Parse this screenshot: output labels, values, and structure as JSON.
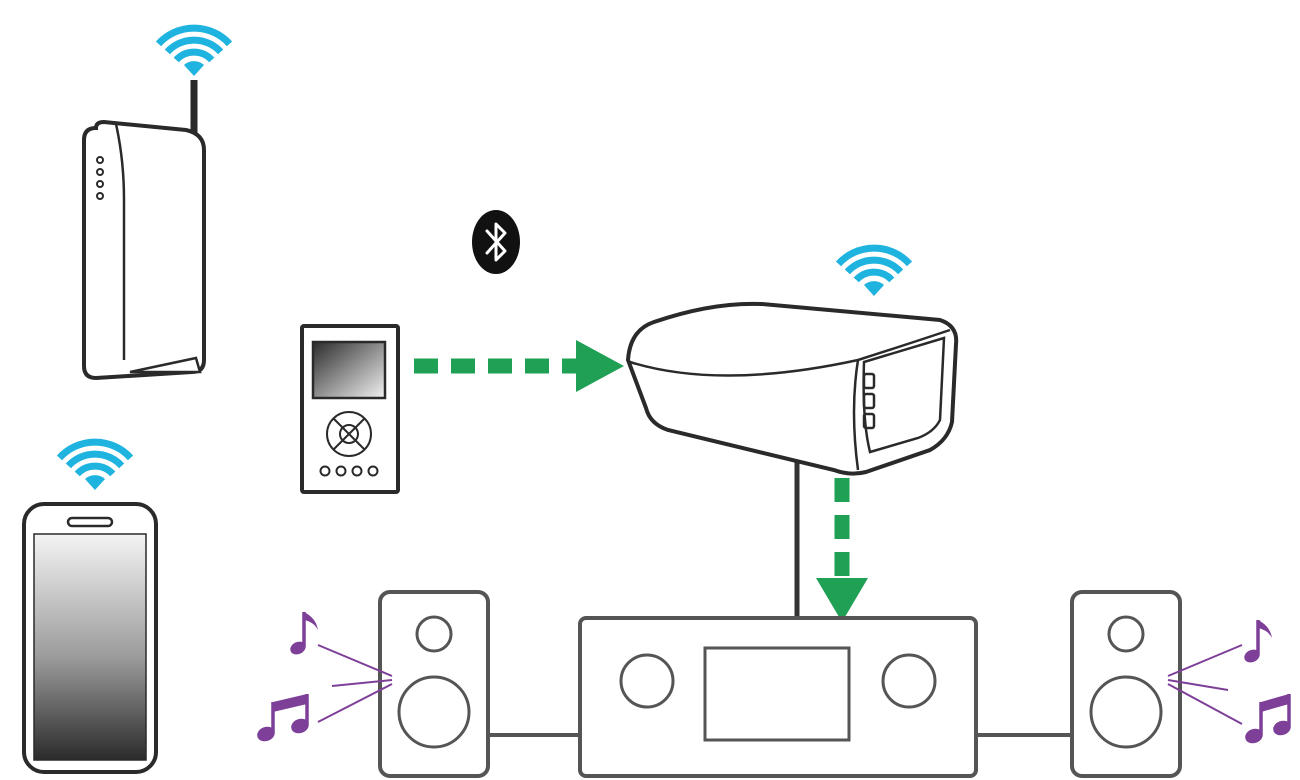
{
  "colors": {
    "wifi": "#1fb3df",
    "arrow": "#1fa055",
    "note": "#7d3f98",
    "outline": "#2a2a2a",
    "device_outline": "#555555",
    "screen_dark": "#2b2b2b",
    "screen_light": "#f2f2f2"
  },
  "icons": {
    "router": "wifi-router-icon",
    "smartphone": "smartphone-icon",
    "music_player": "portable-music-player-icon",
    "bluetooth": "bluetooth-icon",
    "wireless_speaker": "wireless-speaker-hub-icon",
    "receiver": "av-receiver-icon",
    "speaker": "loudspeaker-icon",
    "music_note": "music-note-icon",
    "wifi": "wifi-signal-icon"
  },
  "flows": [
    {
      "from": "music_player",
      "to": "wireless_speaker",
      "style": "dashed-arrow"
    },
    {
      "from": "wireless_speaker",
      "to": "receiver",
      "style": "dashed-arrow"
    }
  ]
}
